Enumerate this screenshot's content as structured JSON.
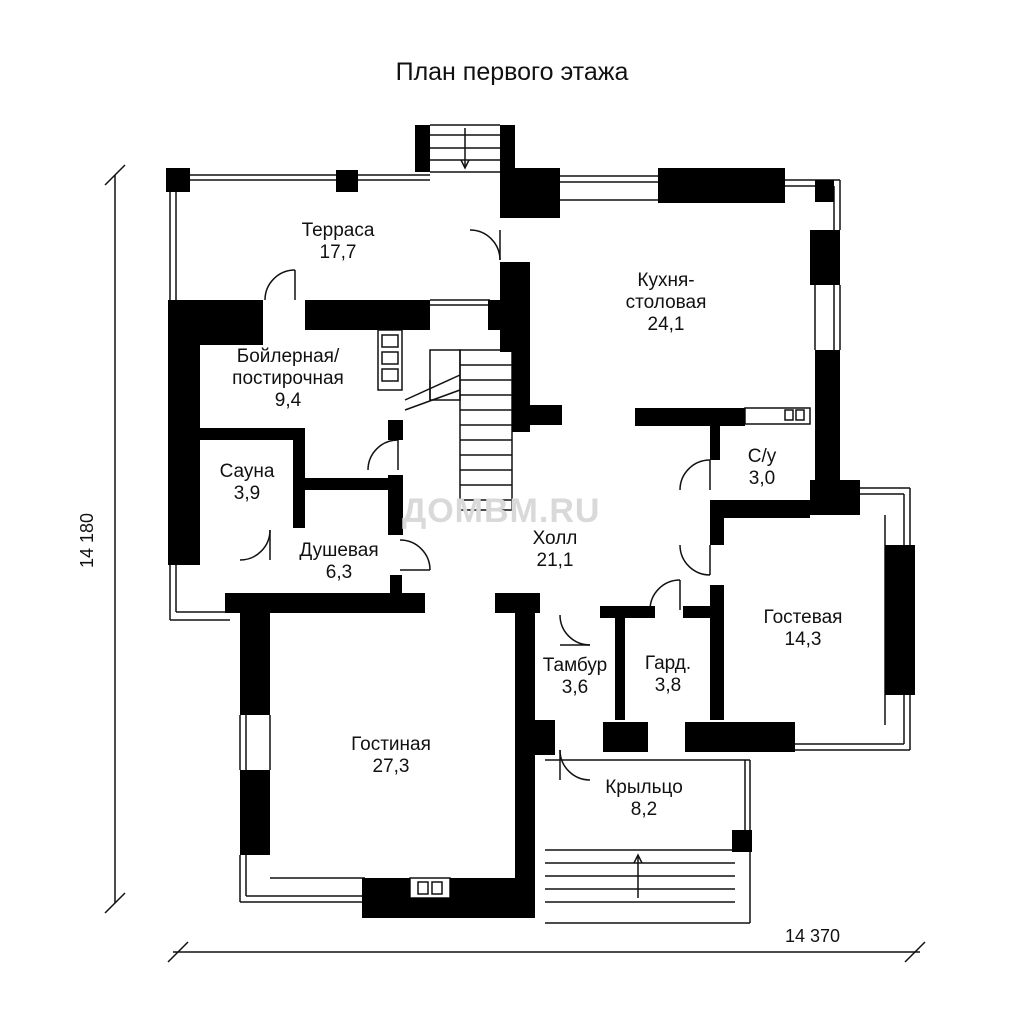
{
  "title": "План первого этажа",
  "watermark": "ДОМВМ.RU",
  "rooms": {
    "terrace": {
      "name": "Терраса",
      "area": "17,7"
    },
    "kitchen": {
      "name": "Кухня-\nстоловая",
      "area": "24,1"
    },
    "boiler": {
      "name": "Бойлерная/\nпостирочная",
      "area": "9,4"
    },
    "wc": {
      "name": "С/у",
      "area": "3,0"
    },
    "sauna": {
      "name": "Сауна",
      "area": "3,9"
    },
    "shower": {
      "name": "Душевая",
      "area": "6,3"
    },
    "hall": {
      "name": "Холл",
      "area": "21,1"
    },
    "guest": {
      "name": "Гостевая",
      "area": "14,3"
    },
    "vestibule": {
      "name": "Тамбур",
      "area": "3,6"
    },
    "wardrobe": {
      "name": "Гард.",
      "area": "3,8"
    },
    "living": {
      "name": "Гостиная",
      "area": "27,3"
    },
    "porch": {
      "name": "Крыльцо",
      "area": "8,2"
    }
  },
  "dimensions": {
    "height": "14 180",
    "width": "14 370"
  },
  "colors": {
    "wall": "#000000",
    "line": "#111111",
    "watermark": "#d9d9d9"
  }
}
